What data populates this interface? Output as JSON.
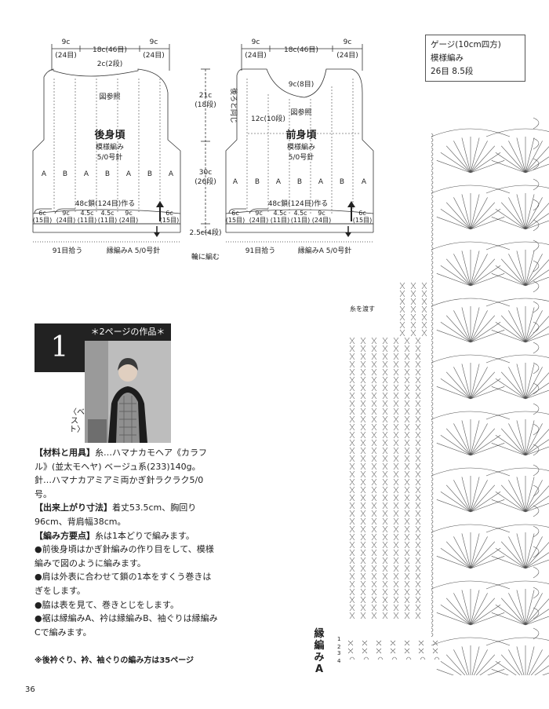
{
  "back": {
    "width_labels": [
      "9c",
      "(24目)",
      "18c(46目)",
      "9c",
      "(24目)"
    ],
    "neck_label": "2c(2段)",
    "ref_label": "図参照",
    "title": "後身頃",
    "pattern": "模様編み",
    "needle": "5/0号針",
    "panel_labels": [
      "A",
      "B",
      "A",
      "B",
      "A",
      "B",
      "A"
    ],
    "chain_label": "48c鎖(124目)作る",
    "section_labels": [
      "6c",
      "(15目)",
      "9c",
      "(24目)",
      "4.5c",
      "(11目)",
      "4.5c",
      "(11目)",
      "9c",
      "(24目)",
      "6c",
      "(15目)"
    ],
    "pickup_label": "91目拾う",
    "edge_label": "縁編みA 5/0号針"
  },
  "middle": {
    "upper_height": "21c",
    "upper_rows": "(18段)",
    "lower_height": "30c",
    "lower_rows": "(26段)",
    "edge_height": "2.5c(4段)",
    "ring_label": "輪に編む"
  },
  "front": {
    "width_labels": [
      "9c",
      "(24目)",
      "18c(46目)",
      "9c",
      "(24目)"
    ],
    "neck_label": "9c(8目)",
    "side_note": "後ろと同じ",
    "mid_label": "12c(10段)",
    "ref_label": "図参照",
    "title": "前身頃",
    "pattern": "模様編み",
    "needle": "5/0号針",
    "panel_labels": [
      "A",
      "B",
      "A",
      "B",
      "A",
      "B",
      "A"
    ],
    "chain_label": "48c鎖(124目)作る",
    "section_labels": [
      "6c",
      "(15目)",
      "9c",
      "(24目)",
      "4.5c",
      "(11目)",
      "4.5c",
      "(11目)",
      "9c",
      "(24目)",
      "6c",
      "(15目)"
    ],
    "pickup_label": "91目拾う",
    "edge_label": "縁編みA 5/0号針"
  },
  "gauge": {
    "title": "ゲージ(10cm四方)",
    "pattern": "模様編み",
    "value": "26目 8.5段"
  },
  "work": {
    "number": "1",
    "label": "＊2ページの作品＊",
    "item": "〈ベスト〉"
  },
  "materials": {
    "materials_head": "【材料と用具】",
    "materials_text": "糸…ハマナカモヘア《カラフル》(並太モヘヤ) ベージュ系(233)140g。",
    "needle_text": "針…ハマナカアミアミ両かぎ針ラクラク5/0号。",
    "size_head": "【出来上がり寸法】",
    "size_text": "着丈53.5cm、胸回り96cm、背肩幅38cm。",
    "method_head": "【編み方要点】",
    "method_text": "糸は1本どりで編みます。",
    "bullets": [
      "●前後身頃はかぎ針編みの作り目をして、模様編みで図のように編みます。",
      "●肩は外表に合わせて鎖の1本をすくう巻きはぎをします。",
      "●脇は表を見て、巻きとじをします。",
      "●裾は縁編みA、衿は縁編みB、袖ぐりは縁編みCで編みます。"
    ]
  },
  "note": "※後衿ぐり、衿、袖ぐりの編み方は35ページ",
  "page_number": "36",
  "chart": {
    "yarn_label": "糸を渡す",
    "edge_label": "縁編みA",
    "row_numbers": [
      "1",
      "2",
      "3",
      "4"
    ]
  }
}
